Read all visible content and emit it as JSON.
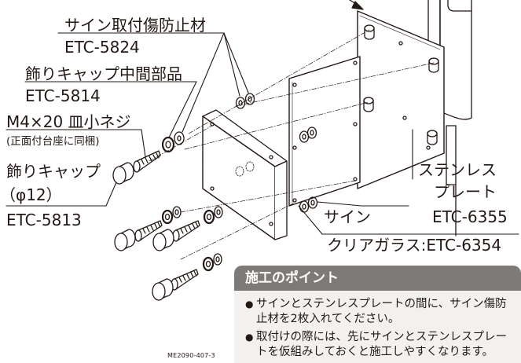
{
  "labels": {
    "protector_name": "サイン取付傷防止材",
    "protector_code": "ETC-5824",
    "middle_name": "飾りキャップ中間部品",
    "middle_code": "ETC-5814",
    "screw_name": "M4×20 皿小ネジ",
    "screw_note": "(正面付台座に同梱)",
    "cap_name": "飾りキャップ",
    "cap_size": "（φ12）",
    "cap_code": "ETC-5813",
    "steel_line1": "ステンレス",
    "steel_line2": "プレート",
    "steel_code": "ETC-6355",
    "sign_name": "サイン",
    "glass_name": "クリアガラス:ETC-6354"
  },
  "tips": {
    "title": "施工のポイント",
    "bullet_icon": "black-circle-bullet",
    "items": [
      "サインとステンレスプレートの間に、サイン傷防止材を2枚入れてください。",
      "取付けの際には、先にサインとステンレスプレートを仮組みしておくと施工しやすくなります。"
    ]
  },
  "doc_id": "ME2090-407-3"
}
